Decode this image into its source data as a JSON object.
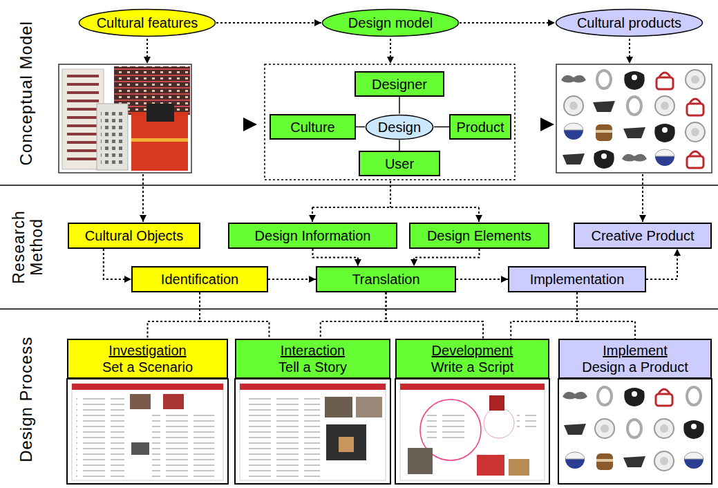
{
  "diagram": {
    "nodes": [
      {
        "text": [
          "Cultural features"
        ]
      },
      {
        "text": [
          "Design model"
        ]
      },
      {
        "text": [
          "Cultural products"
        ]
      },
      {
        "text": [
          "Designer"
        ]
      },
      {
        "text": [
          "Culture"
        ]
      },
      {
        "text": [
          "Design"
        ]
      },
      {
        "text": [
          "Product"
        ]
      },
      {
        "text": [
          "User"
        ]
      },
      {
        "text": [
          "Cultural Objects"
        ]
      },
      {
        "text": [
          "Design Information"
        ]
      },
      {
        "text": [
          "Design Elements"
        ]
      },
      {
        "text": [
          "Creative Product"
        ]
      },
      {
        "text": [
          "Identification"
        ]
      },
      {
        "text": [
          "Translation"
        ]
      },
      {
        "text": [
          "Implementation"
        ]
      },
      {
        "text": [
          "Investigation",
          "Set a Scenario"
        ]
      },
      {
        "text": [
          "Interaction",
          "Tell a Story"
        ]
      },
      {
        "text": [
          "Development",
          "Write a Script"
        ]
      },
      {
        "text": [
          "Implement",
          "Design a Product"
        ]
      }
    ],
    "edges": [
      {
        "from": 0,
        "to": 1,
        "arrow": "to"
      },
      {
        "from": 1,
        "to": 2,
        "arrow": "to"
      },
      {
        "from": 3,
        "to": 5,
        "arrow": "none"
      },
      {
        "from": 4,
        "to": 5,
        "arrow": "none"
      },
      {
        "from": 5,
        "to": 6,
        "arrow": "none"
      },
      {
        "from": 5,
        "to": 7,
        "arrow": "none"
      },
      {
        "from": 8,
        "to": 12,
        "arrow": "to"
      },
      {
        "from": 9,
        "to": 13,
        "arrow": "to"
      },
      {
        "from": 10,
        "to": 13,
        "arrow": "to"
      },
      {
        "from": 12,
        "to": 13,
        "arrow": "to"
      },
      {
        "from": 13,
        "to": 14,
        "arrow": "to"
      },
      {
        "from": 14,
        "to": 11,
        "arrow": "to"
      },
      {
        "from": 12,
        "to": 15,
        "arrow": "none"
      },
      {
        "from": 12,
        "to": 16,
        "arrow": "none"
      },
      {
        "from": 13,
        "to": 16,
        "arrow": "none"
      },
      {
        "from": 13,
        "to": 17,
        "arrow": "none"
      },
      {
        "from": 14,
        "to": 17,
        "arrow": "none"
      },
      {
        "from": 14,
        "to": 18,
        "arrow": "none"
      }
    ],
    "labels": [
      "Conceptual Model",
      "Research Method",
      "Design Process"
    ]
  }
}
